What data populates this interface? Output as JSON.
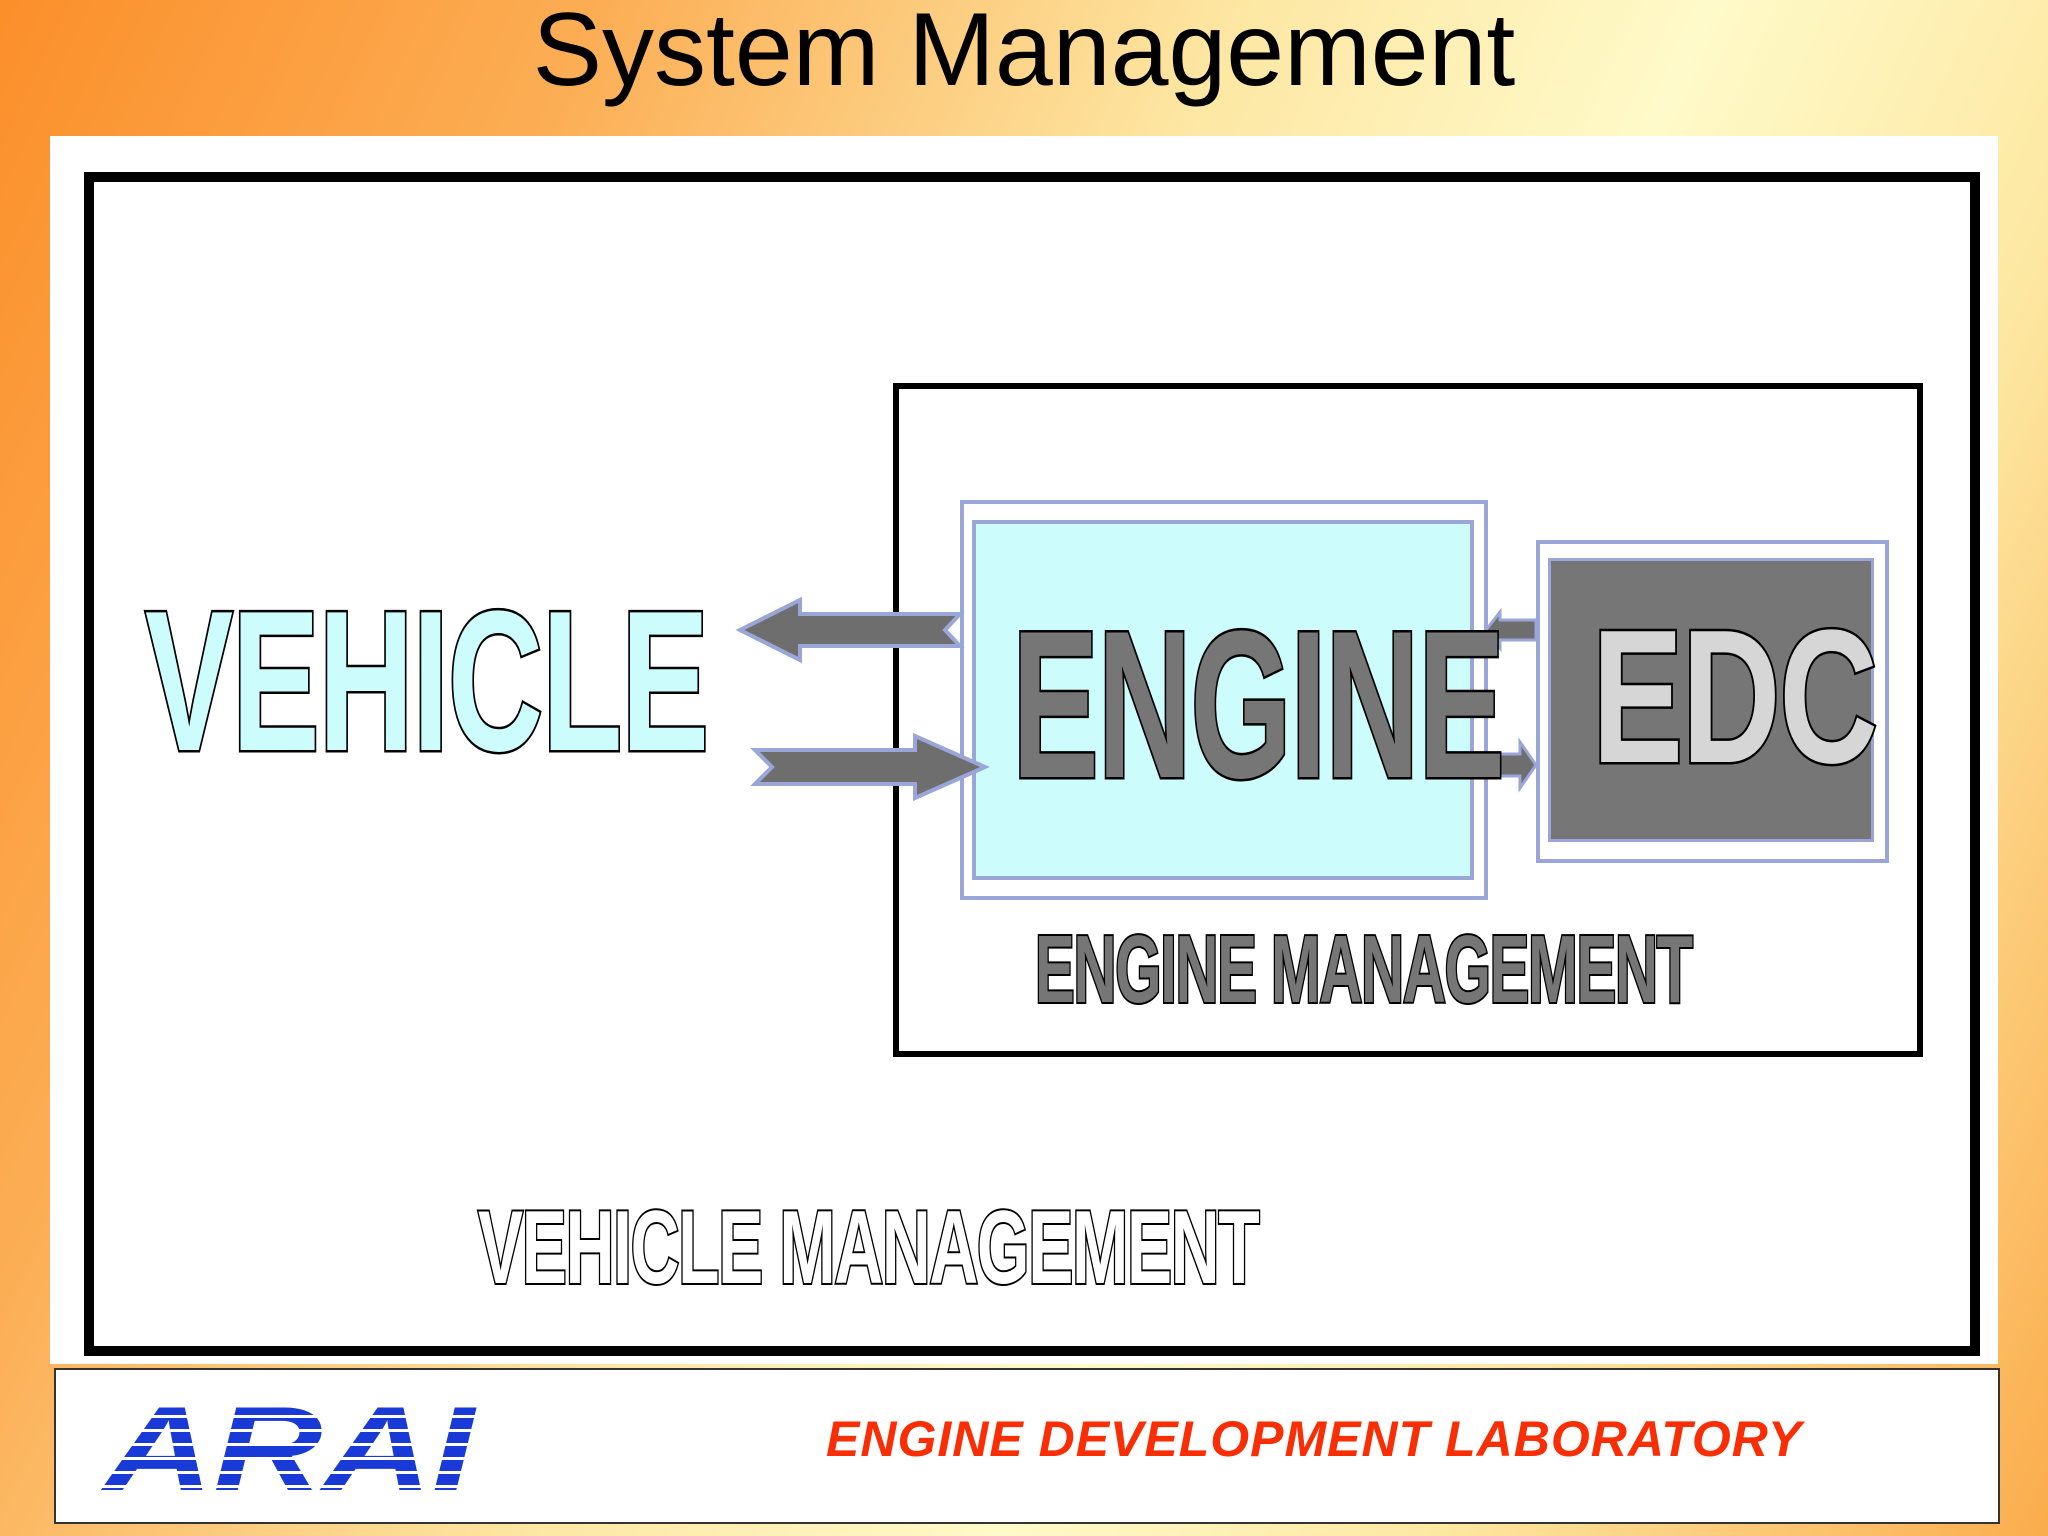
{
  "slide": {
    "title": "System Management"
  },
  "diagram": {
    "vehicle": "VEHICLE",
    "engine": "ENGINE",
    "edc": "EDC",
    "engine_management": "ENGINE MANAGEMENT",
    "vehicle_management": "VEHICLE MANAGEMENT"
  },
  "footer": {
    "logo": "ARAI",
    "lab": "ENGINE DEVELOPMENT LABORATORY"
  },
  "colors": {
    "engine_fill": "#ccfcfc",
    "edc_fill": "#767676",
    "arrow": "#6e6e6e",
    "arrow_outline": "#9aa6d8",
    "logo_blue": "#1a3ad8",
    "lab_red": "#fa2e05"
  }
}
